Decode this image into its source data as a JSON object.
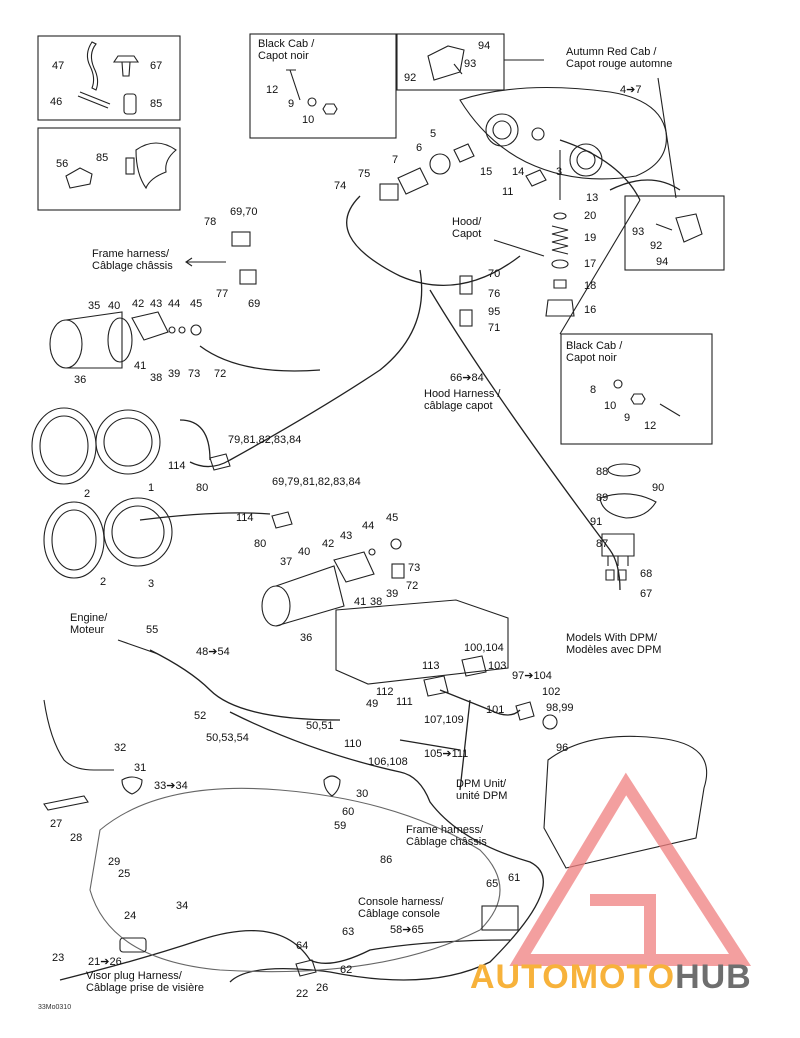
{
  "logo": {
    "part1": "AUTOMOTO",
    "part2": "HUB",
    "accent": "#f7b23b",
    "dark": "#6e6e6e",
    "triangle": "#f08080"
  },
  "figure_code": "33Mo0310",
  "boxes": {
    "black_cab_top": [
      "Black Cab /",
      "Capot noir"
    ],
    "autumn_red_cab": [
      "Autumn Red Cab /",
      "Capot rouge automne"
    ],
    "hood": [
      "Hood/",
      "Capot"
    ],
    "black_cab_right": [
      "Black Cab /",
      "Capot noir"
    ]
  },
  "captions": {
    "frame_harness_top": [
      "Frame harness/",
      "Câblage châssis"
    ],
    "hood_harness": [
      "Hood Harness /",
      "câblage capot"
    ],
    "engine": [
      "Engine/",
      "Moteur"
    ],
    "models_dpm": [
      "Models With DPM/",
      "Modèles avec DPM"
    ],
    "dpm_unit": [
      "DPM Unit/",
      "unité DPM"
    ],
    "frame_harness_bottom": [
      "Frame harness/",
      "Câblage châssis"
    ],
    "console_harness": [
      "Console harness/",
      "Câblage console"
    ],
    "visor_plug": [
      "Visor plug Harness/",
      "Câblage prise de visière"
    ]
  },
  "callouts": [
    {
      "id": "c47",
      "t": "47"
    },
    {
      "id": "c67a",
      "t": "67"
    },
    {
      "id": "c46",
      "t": "46"
    },
    {
      "id": "c85a",
      "t": "85"
    },
    {
      "id": "c56",
      "t": "56"
    },
    {
      "id": "c85b",
      "t": "85"
    },
    {
      "id": "c12a",
      "t": "12"
    },
    {
      "id": "c9a",
      "t": "9"
    },
    {
      "id": "c10a",
      "t": "10"
    },
    {
      "id": "c94a",
      "t": "94"
    },
    {
      "id": "c93a",
      "t": "93"
    },
    {
      "id": "c92a",
      "t": "92"
    },
    {
      "id": "c4_7",
      "t": "4➔7"
    },
    {
      "id": "c5",
      "t": "5"
    },
    {
      "id": "c6",
      "t": "6"
    },
    {
      "id": "c7",
      "t": "7"
    },
    {
      "id": "c15",
      "t": "15"
    },
    {
      "id": "c14",
      "t": "14"
    },
    {
      "id": "c3",
      "t": "3"
    },
    {
      "id": "c11",
      "t": "11"
    },
    {
      "id": "c13",
      "t": "13"
    },
    {
      "id": "c20",
      "t": "20"
    },
    {
      "id": "c19",
      "t": "19"
    },
    {
      "id": "c17",
      "t": "17"
    },
    {
      "id": "c18",
      "t": "18"
    },
    {
      "id": "c16",
      "t": "16"
    },
    {
      "id": "c75",
      "t": "75"
    },
    {
      "id": "c74",
      "t": "74"
    },
    {
      "id": "c78",
      "t": "78"
    },
    {
      "id": "c69_70",
      "t": "69,70"
    },
    {
      "id": "c77",
      "t": "77"
    },
    {
      "id": "c69a",
      "t": "69"
    },
    {
      "id": "c70",
      "t": "70"
    },
    {
      "id": "c76",
      "t": "76"
    },
    {
      "id": "c95",
      "t": "95"
    },
    {
      "id": "c71",
      "t": "71"
    },
    {
      "id": "c93b",
      "t": "93"
    },
    {
      "id": "c92b",
      "t": "92"
    },
    {
      "id": "c94b",
      "t": "94"
    },
    {
      "id": "c35",
      "t": "35"
    },
    {
      "id": "c40a",
      "t": "40"
    },
    {
      "id": "c42a",
      "t": "42"
    },
    {
      "id": "c43a",
      "t": "43"
    },
    {
      "id": "c44a",
      "t": "44"
    },
    {
      "id": "c45a",
      "t": "45"
    },
    {
      "id": "c36a",
      "t": "36"
    },
    {
      "id": "c41a",
      "t": "41"
    },
    {
      "id": "c38a",
      "t": "38"
    },
    {
      "id": "c39a",
      "t": "39"
    },
    {
      "id": "c73a",
      "t": "73"
    },
    {
      "id": "c72a",
      "t": "72"
    },
    {
      "id": "c66_84",
      "t": "66➔84"
    },
    {
      "id": "c8",
      "t": "8"
    },
    {
      "id": "c10b",
      "t": "10"
    },
    {
      "id": "c9b",
      "t": "9"
    },
    {
      "id": "c12b",
      "t": "12"
    },
    {
      "id": "c79_84",
      "t": "79,81,82,83,84"
    },
    {
      "id": "c114a",
      "t": "114"
    },
    {
      "id": "c80a",
      "t": "80"
    },
    {
      "id": "c2a",
      "t": "2"
    },
    {
      "id": "c1",
      "t": "1"
    },
    {
      "id": "c88",
      "t": "88"
    },
    {
      "id": "c89",
      "t": "89"
    },
    {
      "id": "c90",
      "t": "90"
    },
    {
      "id": "c91",
      "t": "91"
    },
    {
      "id": "c87",
      "t": "87"
    },
    {
      "id": "c69_84",
      "t": "69,79,81,82,83,84"
    },
    {
      "id": "c114b",
      "t": "114"
    },
    {
      "id": "c80b",
      "t": "80"
    },
    {
      "id": "c2b",
      "t": "2"
    },
    {
      "id": "c3b",
      "t": "3"
    },
    {
      "id": "c44b",
      "t": "44"
    },
    {
      "id": "c45b",
      "t": "45"
    },
    {
      "id": "c43b",
      "t": "43"
    },
    {
      "id": "c42b",
      "t": "42"
    },
    {
      "id": "c40b",
      "t": "40"
    },
    {
      "id": "c37",
      "t": "37"
    },
    {
      "id": "c73b",
      "t": "73"
    },
    {
      "id": "c72b",
      "t": "72"
    },
    {
      "id": "c41b",
      "t": "41"
    },
    {
      "id": "c38b",
      "t": "38"
    },
    {
      "id": "c39b",
      "t": "39"
    },
    {
      "id": "c36b",
      "t": "36"
    },
    {
      "id": "c68",
      "t": "68"
    },
    {
      "id": "c67b",
      "t": "67"
    },
    {
      "id": "c55",
      "t": "55"
    },
    {
      "id": "c48_54",
      "t": "48➔54"
    },
    {
      "id": "c100_104",
      "t": "100,104"
    },
    {
      "id": "c113",
      "t": "113"
    },
    {
      "id": "c103",
      "t": "103"
    },
    {
      "id": "c97_104",
      "t": "97➔104"
    },
    {
      "id": "c102",
      "t": "102"
    },
    {
      "id": "c112",
      "t": "112"
    },
    {
      "id": "c111",
      "t": "111"
    },
    {
      "id": "c107_109",
      "t": "107,109"
    },
    {
      "id": "c101",
      "t": "101"
    },
    {
      "id": "c98_99",
      "t": "98,99"
    },
    {
      "id": "c52",
      "t": "52"
    },
    {
      "id": "c50_54",
      "t": "50,53,54"
    },
    {
      "id": "c49",
      "t": "49"
    },
    {
      "id": "c50_51",
      "t": "50,51"
    },
    {
      "id": "c110",
      "t": "110"
    },
    {
      "id": "c106_108",
      "t": "106,108"
    },
    {
      "id": "c105_111",
      "t": "105➔111"
    },
    {
      "id": "c96",
      "t": "96"
    },
    {
      "id": "c32",
      "t": "32"
    },
    {
      "id": "c31",
      "t": "31"
    },
    {
      "id": "c33_34",
      "t": "33➔34"
    },
    {
      "id": "c30",
      "t": "30"
    },
    {
      "id": "c60",
      "t": "60"
    },
    {
      "id": "c59",
      "t": "59"
    },
    {
      "id": "c27",
      "t": "27"
    },
    {
      "id": "c28",
      "t": "28"
    },
    {
      "id": "c29",
      "t": "29"
    },
    {
      "id": "c25",
      "t": "25"
    },
    {
      "id": "c86",
      "t": "86"
    },
    {
      "id": "c24",
      "t": "24"
    },
    {
      "id": "c34b",
      "t": "34"
    },
    {
      "id": "c65",
      "t": "65"
    },
    {
      "id": "c61",
      "t": "61"
    },
    {
      "id": "c63",
      "t": "63"
    },
    {
      "id": "c58_65",
      "t": "58➔65"
    },
    {
      "id": "c23",
      "t": "23"
    },
    {
      "id": "c21_26",
      "t": "21➔26"
    },
    {
      "id": "c64",
      "t": "64"
    },
    {
      "id": "c62",
      "t": "62"
    },
    {
      "id": "c22",
      "t": "22"
    },
    {
      "id": "c26",
      "t": "26"
    }
  ]
}
